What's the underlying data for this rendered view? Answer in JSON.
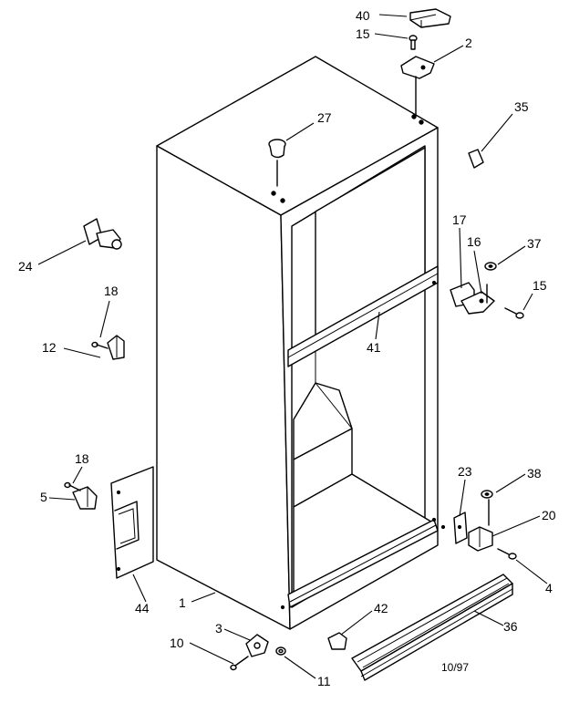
{
  "callouts": [
    {
      "id": "c40",
      "text": "40"
    },
    {
      "id": "c15a",
      "text": "15"
    },
    {
      "id": "c2",
      "text": "2"
    },
    {
      "id": "c35",
      "text": "35"
    },
    {
      "id": "c27",
      "text": "27"
    },
    {
      "id": "c24",
      "text": "24"
    },
    {
      "id": "c17",
      "text": "17"
    },
    {
      "id": "c16",
      "text": "16"
    },
    {
      "id": "c37",
      "text": "37"
    },
    {
      "id": "c15b",
      "text": "15"
    },
    {
      "id": "c18a",
      "text": "18"
    },
    {
      "id": "c12",
      "text": "12"
    },
    {
      "id": "c41",
      "text": "41"
    },
    {
      "id": "c18b",
      "text": "18"
    },
    {
      "id": "c5",
      "text": "5"
    },
    {
      "id": "c23",
      "text": "23"
    },
    {
      "id": "c38",
      "text": "38"
    },
    {
      "id": "c20",
      "text": "20"
    },
    {
      "id": "c4",
      "text": "4"
    },
    {
      "id": "c44",
      "text": "44"
    },
    {
      "id": "c1",
      "text": "1"
    },
    {
      "id": "c42",
      "text": "42"
    },
    {
      "id": "c36",
      "text": "36"
    },
    {
      "id": "c3",
      "text": "3"
    },
    {
      "id": "c10",
      "text": "10"
    },
    {
      "id": "c11",
      "text": "11"
    }
  ],
  "date_code": "10/97"
}
